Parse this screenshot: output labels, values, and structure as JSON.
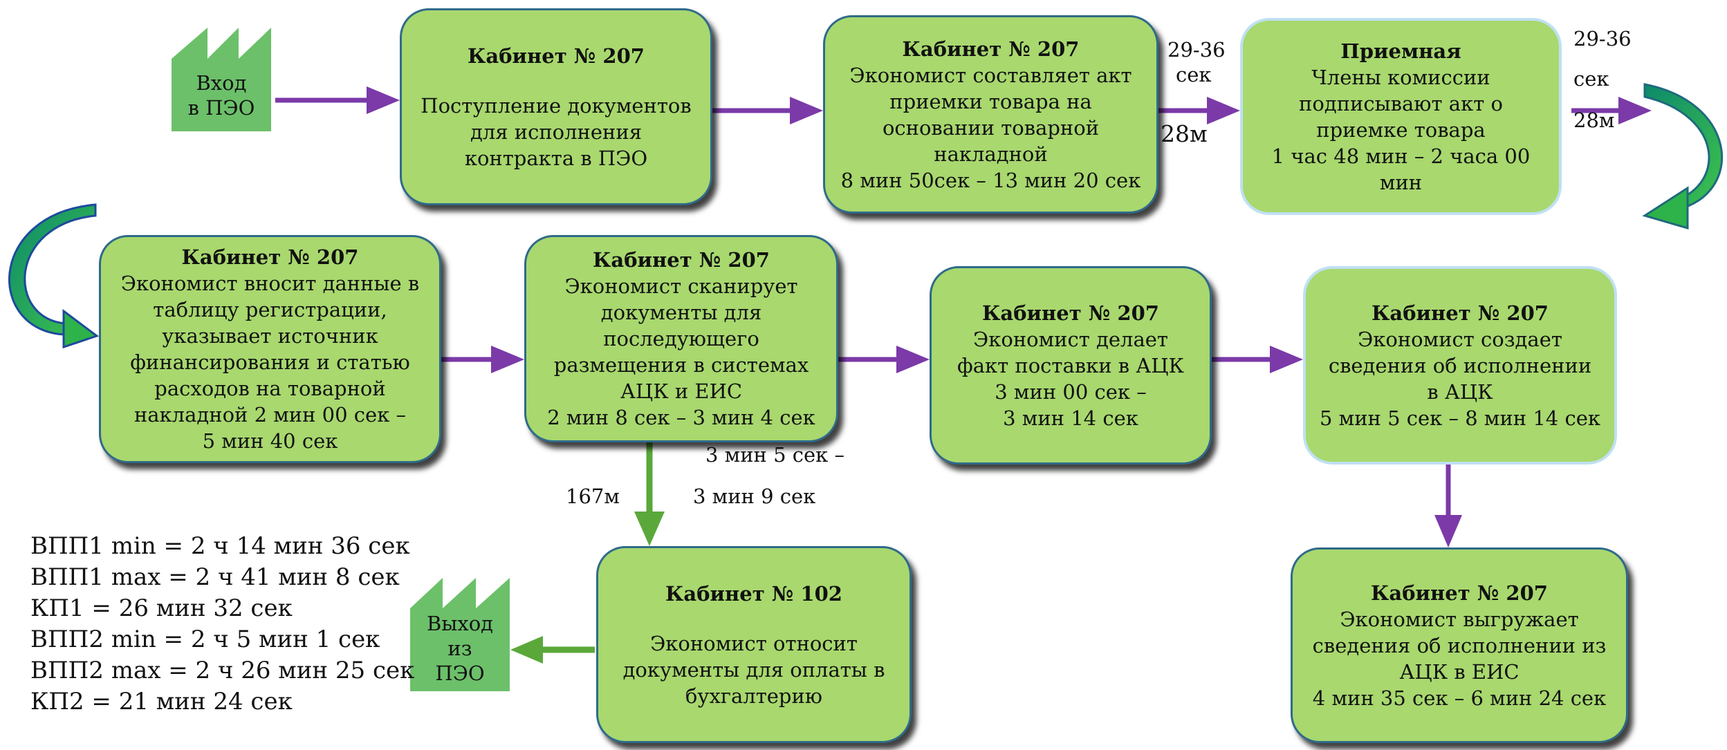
{
  "entry": {
    "line1": "Вход",
    "line2": "в ПЭО"
  },
  "exit": {
    "line1": "Выход",
    "line2": "из",
    "line3": "ПЭО"
  },
  "nodes": {
    "n1": {
      "title": "Кабинет № 207",
      "body": [
        "Поступление документов",
        "для исполнения",
        "контракта  в ПЭО"
      ]
    },
    "n2": {
      "title": "Кабинет № 207",
      "body": [
        "Экономист составляет акт",
        "приемки товара на",
        "основании товарной",
        "накладной",
        "8 мин 50сек – 13 мин 20 сек"
      ]
    },
    "n3": {
      "title": "Приемная",
      "body": [
        "Члены комиссии",
        "подписывают акт о",
        "приемке товара",
        "1 час 48 мин – 2 часа 00 мин"
      ]
    },
    "n4": {
      "title": "Кабинет № 207",
      "body": [
        "Экономист вносит данные  в",
        "таблицу регистрации,",
        "указывает источник",
        "финансирования и статью",
        "расходов на товарной",
        "накладной 2 мин 00 сек –",
        "5 мин 40 сек"
      ]
    },
    "n5": {
      "title": "Кабинет № 207",
      "body": [
        "Экономист сканирует",
        "документы для",
        "последующего",
        "размещения в системах",
        "АЦК и ЕИС",
        "2 мин 8 сек – 3 мин 4 сек"
      ]
    },
    "n6": {
      "title": "Кабинет № 207",
      "body": [
        "Экономист делает",
        "факт поставки в АЦК",
        "3 мин 00 сек –",
        "3 мин 14 сек"
      ]
    },
    "n7": {
      "title": "Кабинет № 207",
      "body": [
        "Экономист создает",
        "сведения об исполнении",
        "в АЦК",
        "5 мин 5 сек – 8 мин 14 сек"
      ]
    },
    "n8": {
      "title": "Кабинет № 102",
      "body": [
        "Экономист относит",
        "документы для оплаты в",
        "бухгалтерию"
      ]
    },
    "n9": {
      "title": "Кабинет № 207",
      "body": [
        "Экономист выгружает",
        "сведения об исполнении  из",
        "АЦК в ЕИС",
        "4 мин 35 сек – 6 мин 24 сек"
      ]
    }
  },
  "edge_labels": {
    "t1a": "29-36",
    "t1b": "сек",
    "t1c": "28м",
    "t2a": "29-36",
    "t2b": "сек",
    "t2c": "28м",
    "t3a": "3 мин 5 сек –",
    "t3b": "3 мин 9 сек",
    "t4": "167м"
  },
  "stats": [
    "ВПП1 min = 2 ч 14 мин 36 сек",
    "ВПП1 max = 2 ч 41 мин 8 сек",
    "КП1 = 26 мин 32 сек",
    "ВПП2 min = 2 ч 5 мин 1 сек",
    "ВПП2 max = 2 ч 26 мин 25 сек",
    "КП2 = 21 мин 24 сек"
  ],
  "colors": {
    "node_fill": "#a8d86e",
    "node_border": "#2f6a8a",
    "arrow_purple": "#7b3aa8",
    "arrow_green": "#5aa83a",
    "factory_green": "#6cc06a",
    "curve_outer": "#1e7a8c",
    "curve_inner": "#2db34a"
  }
}
